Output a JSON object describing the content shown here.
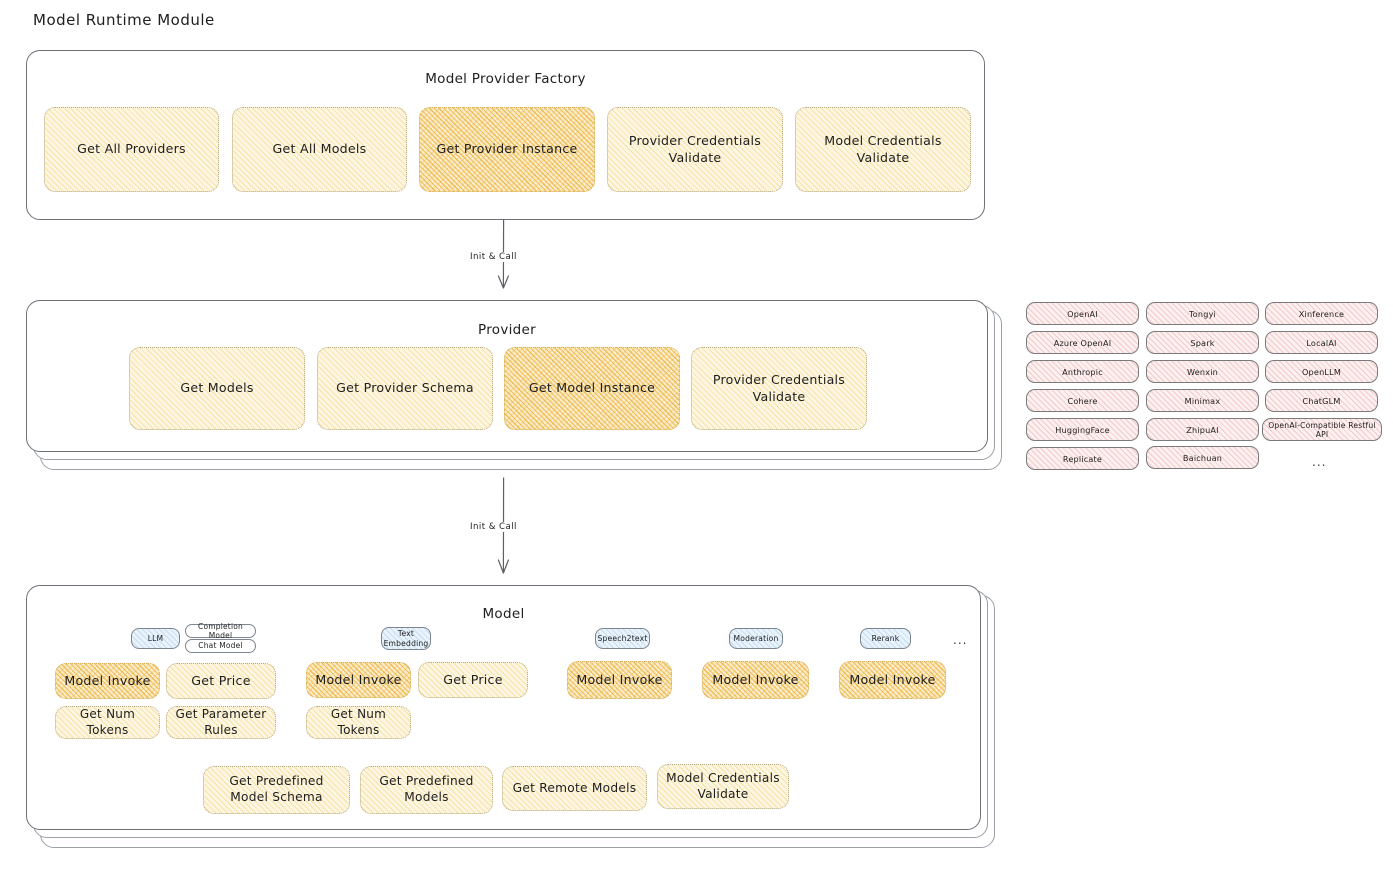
{
  "page": {
    "title": "Model Runtime Module"
  },
  "colors": {
    "box_fill": "#fdf6e3",
    "box_fill_highlight": "#fbeccd",
    "box_stroke": "#b5a97e",
    "pill_fill": "#fdf0f0",
    "chip_fill": "#e9f3fb",
    "card_stroke": "#6d7278",
    "text": "#1e1e1e",
    "canvas": "#ffffff"
  },
  "factory": {
    "title": "Model Provider Factory",
    "items": [
      {
        "label": "Get All Providers",
        "highlight": false
      },
      {
        "label": "Get All Models",
        "highlight": false
      },
      {
        "label": "Get Provider Instance",
        "highlight": true
      },
      {
        "label": "Provider Credentials Validate",
        "highlight": false
      },
      {
        "label": "Model Credentials Validate",
        "highlight": false
      }
    ]
  },
  "arrows": [
    {
      "label": "Init & Call"
    },
    {
      "label": "Init & Call"
    }
  ],
  "provider": {
    "title": "Provider",
    "items": [
      {
        "label": "Get Models",
        "highlight": false
      },
      {
        "label": "Get Provider Schema",
        "highlight": false
      },
      {
        "label": "Get Model Instance",
        "highlight": true
      },
      {
        "label": "Provider Credentials Validate",
        "highlight": false
      }
    ],
    "stack_layers": 3
  },
  "provider_list": {
    "columns": [
      [
        "OpenAI",
        "Azure OpenAI",
        "Anthropic",
        "Cohere",
        "HuggingFace",
        "Replicate"
      ],
      [
        "Tongyi",
        "Spark",
        "Wenxin",
        "Minimax",
        "ZhipuAI",
        "Baichuan"
      ],
      [
        "Xinference",
        "LocalAI",
        "OpenLLM",
        "ChatGLM",
        "OpenAI-Compatible Restful API"
      ]
    ],
    "more": "..."
  },
  "model": {
    "title": "Model",
    "stack_layers": 3,
    "more": "...",
    "types": [
      {
        "name": "LLM",
        "subtypes": [
          "Completion Model",
          "Chat Model"
        ],
        "methods": [
          {
            "label": "Model Invoke",
            "highlight": true
          },
          {
            "label": "Get Price",
            "highlight": false
          },
          {
            "label": "Get Num Tokens",
            "highlight": false
          },
          {
            "label": "Get Parameter Rules",
            "highlight": false
          }
        ]
      },
      {
        "name": "Text Embedding",
        "subtypes": [],
        "methods": [
          {
            "label": "Model Invoke",
            "highlight": true
          },
          {
            "label": "Get Price",
            "highlight": false
          },
          {
            "label": "Get Num Tokens",
            "highlight": false
          }
        ]
      },
      {
        "name": "Speech2text",
        "subtypes": [],
        "methods": [
          {
            "label": "Model Invoke",
            "highlight": true
          }
        ]
      },
      {
        "name": "Moderation",
        "subtypes": [],
        "methods": [
          {
            "label": "Model Invoke",
            "highlight": true
          }
        ]
      },
      {
        "name": "Rerank",
        "subtypes": [],
        "methods": [
          {
            "label": "Model Invoke",
            "highlight": true
          }
        ]
      }
    ],
    "common_methods": [
      {
        "label": "Get Predefined Model Schema"
      },
      {
        "label": "Get Predefined Models"
      },
      {
        "label": "Get Remote Models"
      },
      {
        "label": "Model Credentials Validate"
      }
    ]
  }
}
